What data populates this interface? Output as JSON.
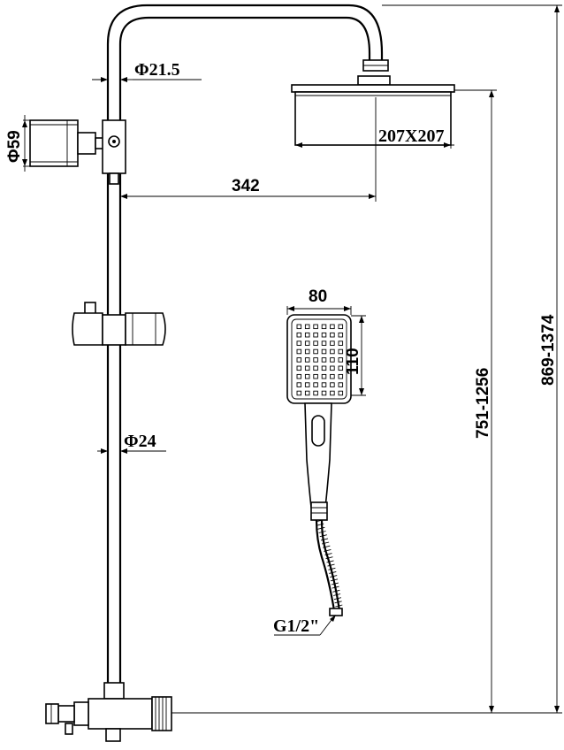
{
  "dimensions": {
    "arm_tube_diameter": "Φ21.5",
    "diverter_diameter": "Φ59",
    "head_size": "207X207",
    "arm_reach": "342",
    "hand_shower_width": "80",
    "hand_shower_height": "110",
    "rail_diameter": "Φ24",
    "head_height_range": "751-1256",
    "overall_height_range": "869-1374",
    "hose_thread": "G1/2\""
  },
  "colors": {
    "line": "#000000",
    "background": "#ffffff"
  }
}
